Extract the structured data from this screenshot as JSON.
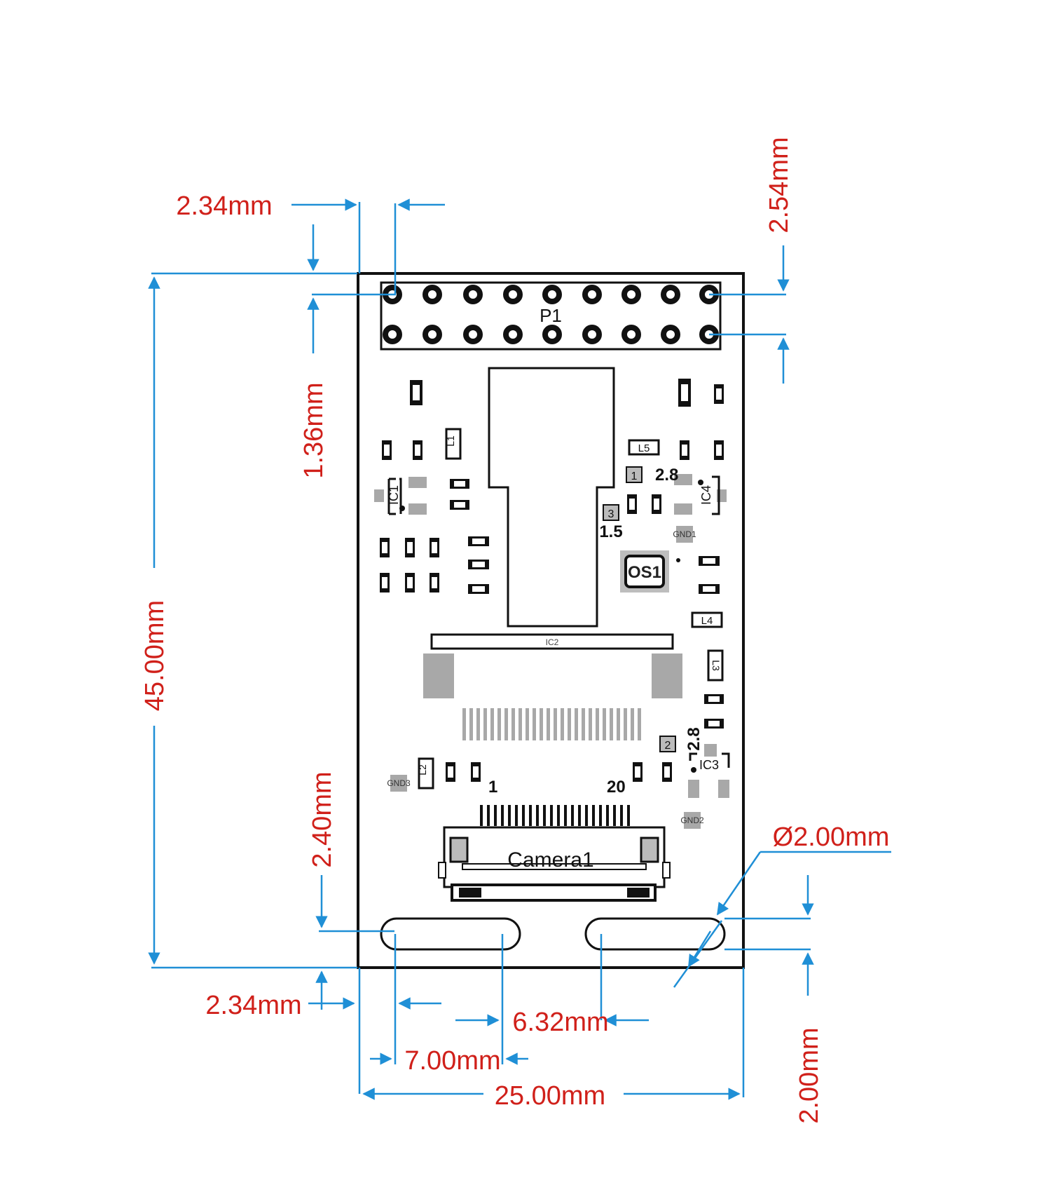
{
  "colors": {
    "dimension_line": "#1f8fd6",
    "dimension_text": "#d0201a",
    "board_outline": "#111111",
    "pad_gray": "#a8a8a8",
    "background": "#ffffff"
  },
  "dimensions": {
    "hole_offset_top": "2.34mm",
    "header_pitch": "2.54mm",
    "header_top_offset": "1.36mm",
    "board_height": "45.00mm",
    "slot_top_offset": "2.40mm",
    "slot_diameter": "Ø2.00mm",
    "slot_left_offset": "2.34mm",
    "slot_length": "6.32mm",
    "slot_spacing": "7.00mm",
    "board_width": "25.00mm",
    "slot_bottom_offset": "2.00mm"
  },
  "silkscreen": {
    "header": "P1",
    "ic1": "IC1",
    "ic2": "IC2",
    "ic3": "IC3",
    "ic4": "IC4",
    "l1": "L1",
    "l2": "L2",
    "l3": "L3",
    "l4": "L4",
    "l5": "L5",
    "os1": "OS1",
    "gnd1": "GND1",
    "gnd2": "GND2",
    "gnd3": "GND3",
    "tp1": "1",
    "tp2": "2",
    "tp3": "3",
    "val_2_8_a": "2.8",
    "val_1_5": "1.5",
    "val_2_8_b": "2.8",
    "pin_first": "1",
    "pin_last": "20",
    "connector": "Camera1"
  }
}
